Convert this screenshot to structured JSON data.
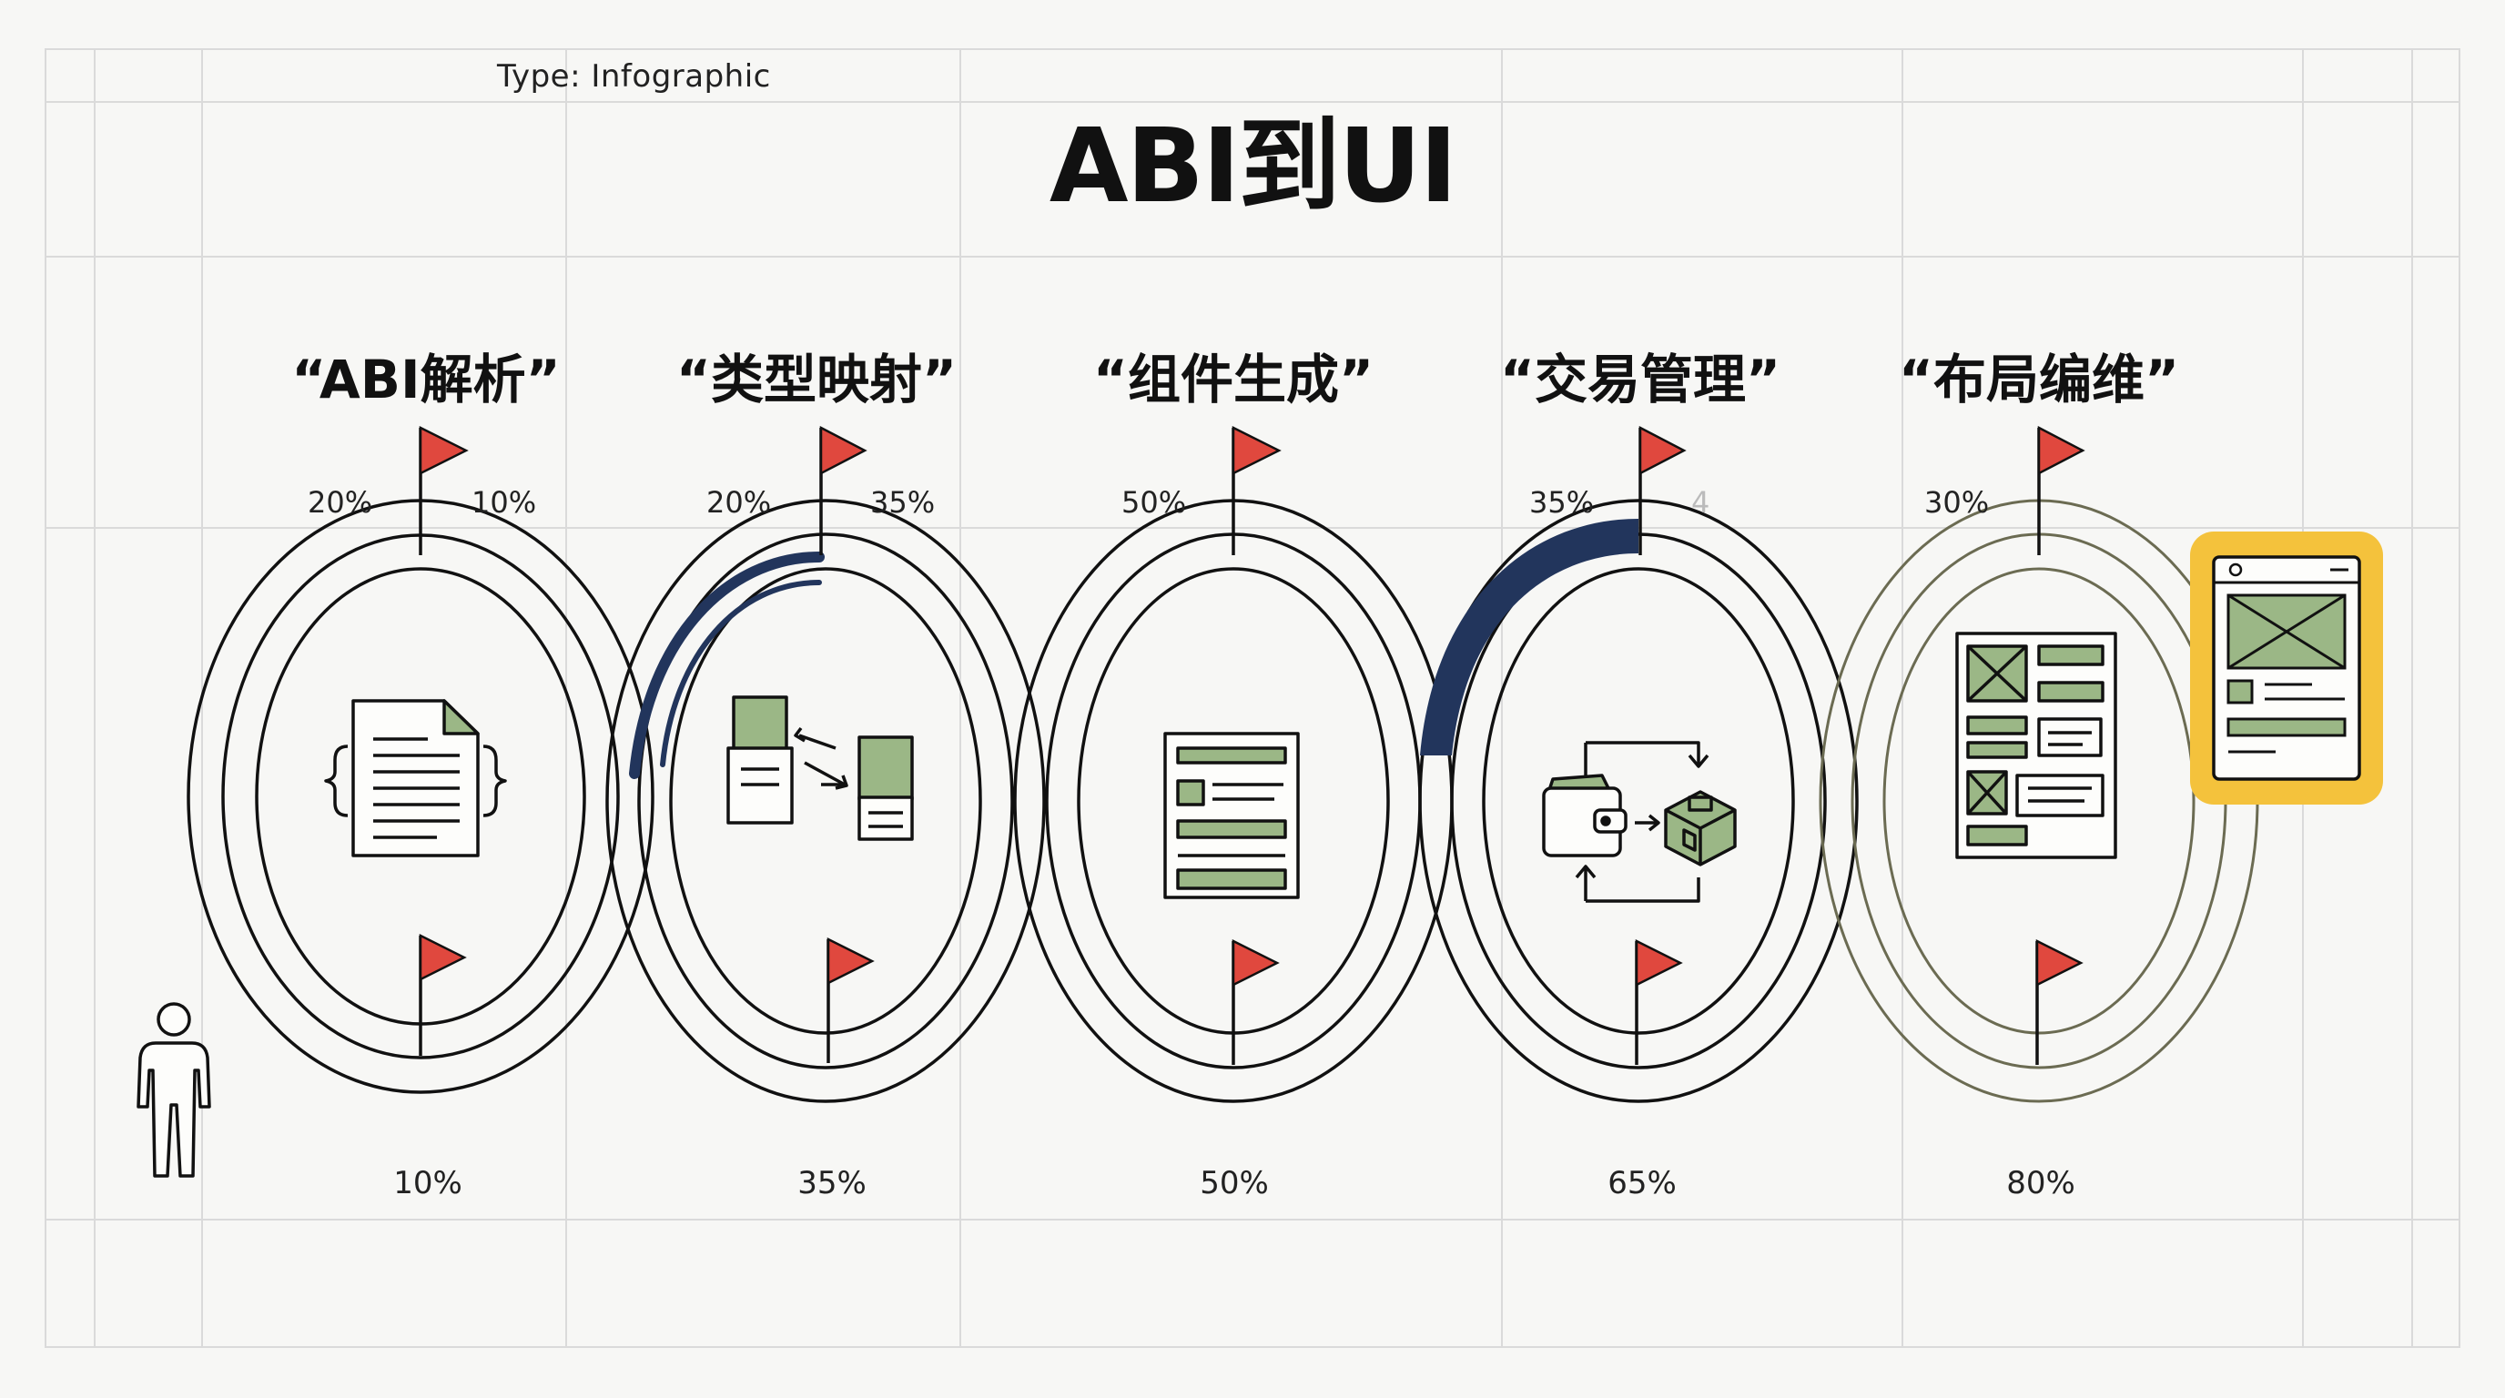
{
  "header": {
    "type_label": "Type:  Infographic",
    "title": "ABI到UI"
  },
  "stages": [
    {
      "name": "“ABI解析”",
      "top_left": "20%",
      "top_right": "10%",
      "bottom": "10%",
      "icon": "abi-document-icon"
    },
    {
      "name": "“类型映射”",
      "top_left": "20%",
      "top_right": "35%",
      "bottom": "35%",
      "icon": "type-mapping-icon"
    },
    {
      "name": "“组件生成”",
      "top_left": "50%",
      "top_right": "",
      "bottom": "50%",
      "icon": "component-form-icon"
    },
    {
      "name": "“交易管理”",
      "top_left": "35%",
      "top_right": "4",
      "bottom": "65%",
      "icon": "wallet-transaction-icon"
    },
    {
      "name": "“布局编维”",
      "top_left": "30%",
      "top_right": "",
      "bottom": "80%",
      "icon": "layout-grid-icon"
    }
  ],
  "final": {
    "icon": "ui-window-icon"
  },
  "traveler": {
    "icon": "person-icon"
  },
  "colors": {
    "background": "#f7f7f5",
    "grid": "#d9d9d9",
    "track": "#111111",
    "progress": "#22355c",
    "flag": "#e0483e",
    "icon_fill": "#9bb786",
    "highlight": "#f4c23c",
    "olive": "#6b6b52"
  }
}
